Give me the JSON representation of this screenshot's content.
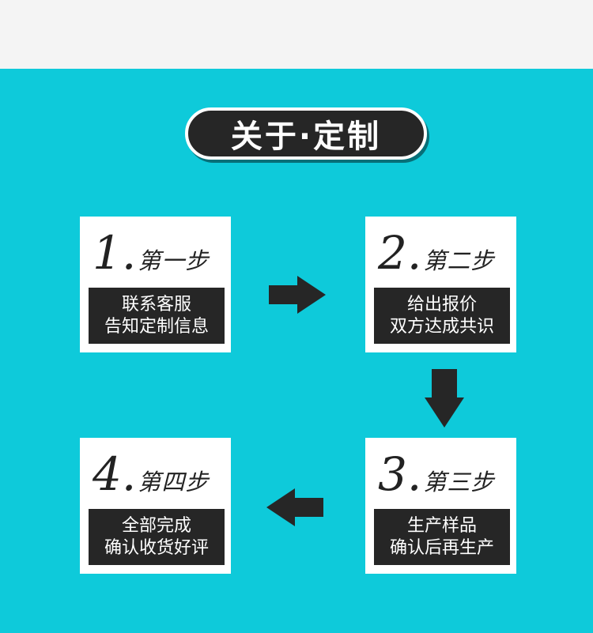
{
  "title": "关于·定制",
  "steps": [
    {
      "number": "1",
      "label": "第一步",
      "line1": "联系客服",
      "line2": "告知定制信息"
    },
    {
      "number": "2",
      "label": "第二步",
      "line1": "给出报价",
      "line2": "双方达成共识"
    },
    {
      "number": "3",
      "label": "第三步",
      "line1": "生产样品",
      "line2": "确认后再生产"
    },
    {
      "number": "4",
      "label": "第四步",
      "line1": "全部完成",
      "line2": "确认收货好评"
    }
  ],
  "colors": {
    "background": "#0ecada",
    "top_band": "#f4f4f4",
    "dark": "#262626",
    "card": "#ffffff"
  },
  "icons": [
    "arrow-right-icon",
    "arrow-down-icon",
    "arrow-left-icon"
  ]
}
